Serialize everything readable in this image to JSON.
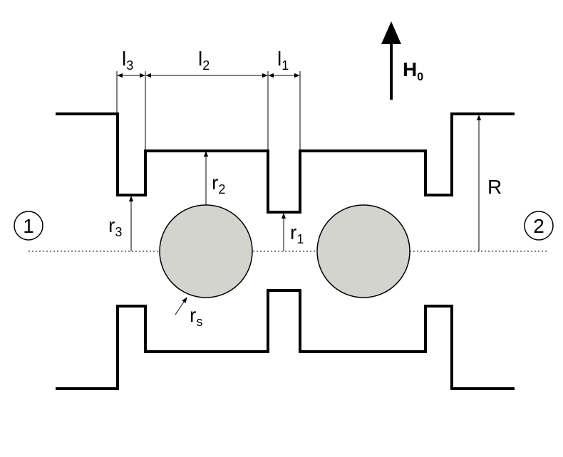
{
  "labels": {
    "l3": {
      "main": "l",
      "sub": "3"
    },
    "l2": {
      "main": "l",
      "sub": "2"
    },
    "l1": {
      "main": "l",
      "sub": "1"
    },
    "h0": {
      "main": "H",
      "sub": "0"
    },
    "r2": {
      "main": "r",
      "sub": "2"
    },
    "r3": {
      "main": "r",
      "sub": "3"
    },
    "r1": {
      "main": "r",
      "sub": "1"
    },
    "rs": {
      "main": "r",
      "sub": "s"
    },
    "R": "R",
    "port1": "1",
    "port2": "2"
  },
  "colors": {
    "sphere_fill": "#d4d4cf",
    "line": "#000000",
    "background": "#ffffff"
  }
}
